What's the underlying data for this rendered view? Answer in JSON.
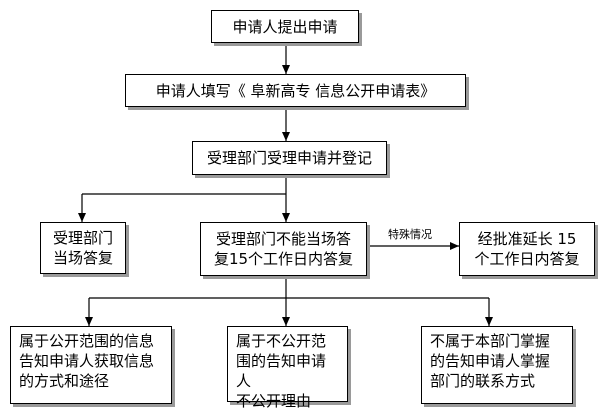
{
  "diagram": {
    "nodes": {
      "apply": "申请人提出申请",
      "fill_form": "申请人填写《 阜新高专 信息公开申请表》",
      "register": "受理部门受理申请并登记",
      "immediate": [
        "受理部门",
        "当场答复"
      ],
      "delayed": [
        "受理部门不能当场答",
        "复15个工作日内答复"
      ],
      "extended": [
        "经批准延长 15",
        "个工作日内答复"
      ],
      "public": [
        "属于公开范围的信息",
        "告知申请人获取信息",
        "的方式和途径"
      ],
      "not_public": [
        "属于不公开范",
        "围的告知申请人",
        "不公开理由"
      ],
      "not_owned": [
        "不属于本部门掌握",
        "的告知申请人掌握",
        "部门的联系方式"
      ]
    },
    "edge_labels": {
      "special": "特殊情况"
    }
  }
}
